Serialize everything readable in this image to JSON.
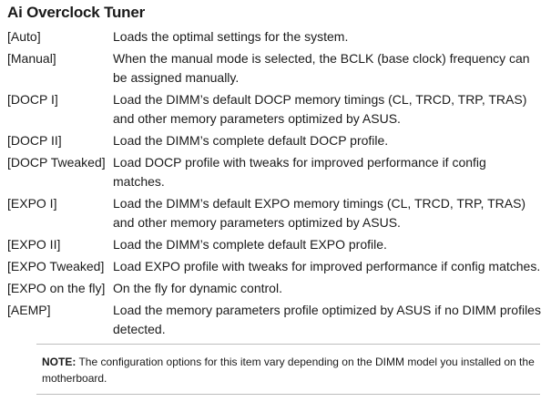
{
  "title": "Ai Overclock Tuner",
  "options": [
    {
      "name": "[Auto]",
      "desc": "Loads the optimal settings for the system."
    },
    {
      "name": "[Manual]",
      "desc": "When the manual mode is selected, the BCLK (base clock) frequency can be assigned manually."
    },
    {
      "name": "[DOCP I]",
      "desc": "Load the DIMM’s default DOCP memory timings (CL, TRCD, TRP, TRAS) and other memory parameters optimized by ASUS."
    },
    {
      "name": "[DOCP II]",
      "desc": "Load the DIMM’s complete default DOCP profile."
    },
    {
      "name": "[DOCP Tweaked]",
      "desc": "Load DOCP profile with tweaks for improved performance if config matches."
    },
    {
      "name": "[EXPO I]",
      "desc": "Load the DIMM’s default EXPO memory timings (CL, TRCD, TRP, TRAS) and other memory parameters optimized by ASUS."
    },
    {
      "name": "[EXPO II]",
      "desc": "Load the DIMM’s complete default EXPO profile."
    },
    {
      "name": "[EXPO Tweaked]",
      "desc": "Load EXPO profile with tweaks for improved performance if config matches."
    },
    {
      "name": "[EXPO on the fly]",
      "desc": "On the fly for dynamic control."
    },
    {
      "name": "[AEMP]",
      "desc": "Load the memory parameters profile optimized by ASUS if no DIMM profiles detected."
    }
  ],
  "note": {
    "label": "NOTE:",
    "text": " The configuration options for this item vary depending on the DIMM model you installed on the motherboard."
  }
}
